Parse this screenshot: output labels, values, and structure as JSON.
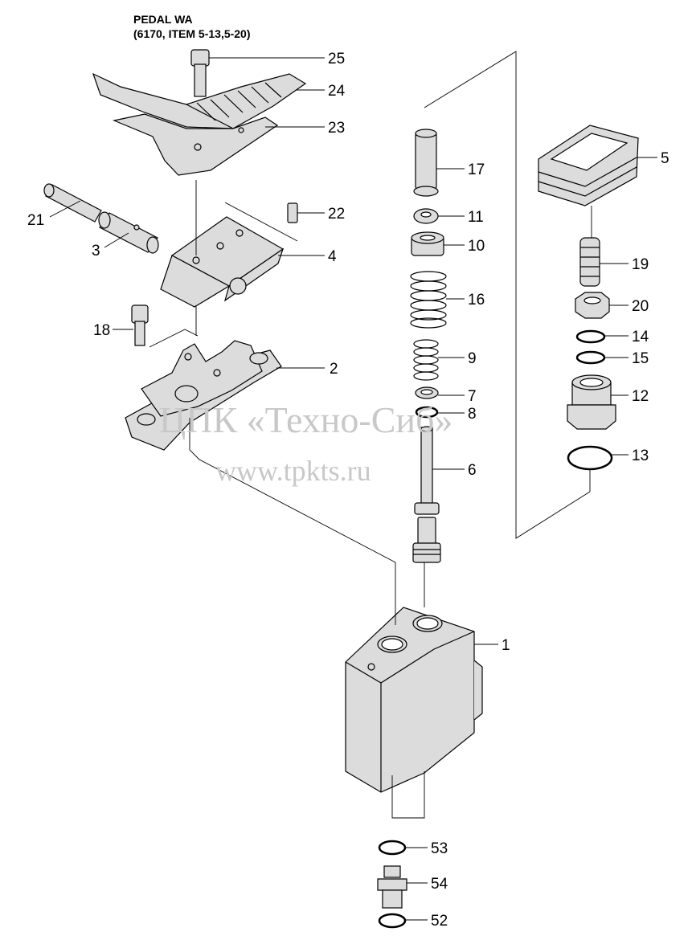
{
  "title": {
    "line1": "PEDAL WA",
    "line2": "(6170, ITEM 5-13,5-20)"
  },
  "watermark": {
    "line1": "ЦПК «Техно-Сиб»",
    "line2": "www.tpkts.ru"
  },
  "callouts": [
    "25",
    "24",
    "23",
    "22",
    "21",
    "4",
    "3",
    "18",
    "2",
    "17",
    "11",
    "10",
    "16",
    "9",
    "7",
    "8",
    "6",
    "5",
    "19",
    "20",
    "14",
    "15",
    "12",
    "13",
    "1",
    "53",
    "54",
    "52"
  ],
  "colors": {
    "line": "#000000",
    "part_fill": "#dcdcdc",
    "watermark": "#c8c8c8"
  }
}
